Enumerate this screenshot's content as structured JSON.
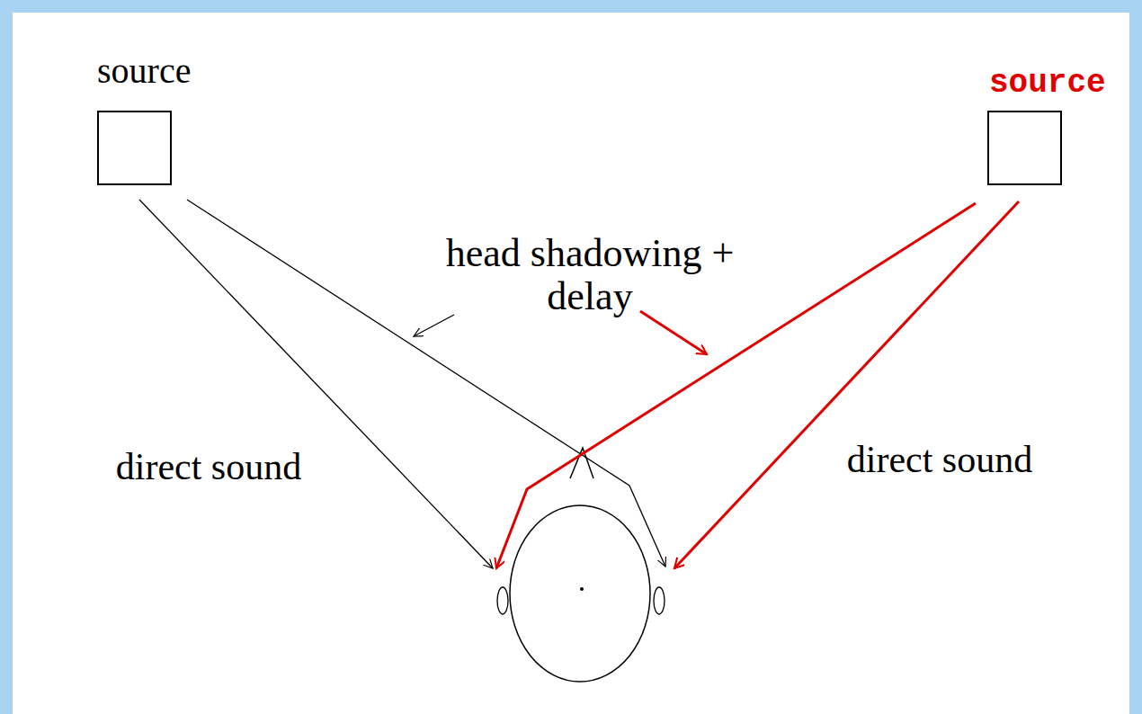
{
  "diagram": {
    "nodes": [
      {
        "text": [
          "source"
        ]
      },
      {
        "text": [
          "source"
        ]
      }
    ],
    "labels": [
      "head shadowing + delay",
      "direct sound",
      "direct sound"
    ]
  }
}
